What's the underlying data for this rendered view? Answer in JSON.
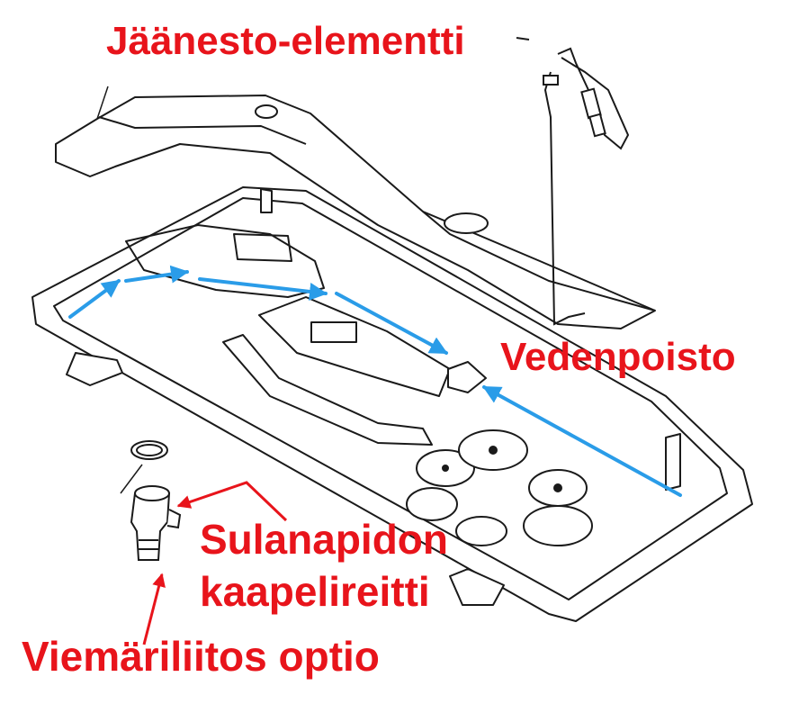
{
  "labels": {
    "heating_element": "Jäänesto-elementti",
    "drainage": "Vedenpoisto",
    "heater_cable_route_line1": "Sulanapidon",
    "heater_cable_route_line2": "kaapelireitti",
    "drain_connection": "Viemäriliitos optio"
  },
  "colors": {
    "label": "#e8141b",
    "flow_arrow": "#2a9ce8",
    "drawing": "#1a1a1a"
  }
}
